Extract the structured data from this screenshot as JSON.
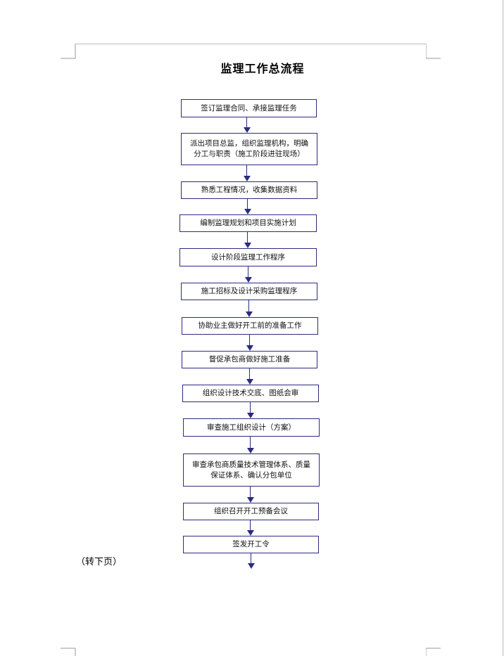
{
  "title": "监理工作总流程",
  "steps": [
    "签订监理合同、承接监理任务",
    "派出项目总监，组织监理机构，明确分工与职责（施工阶段进驻现场）",
    "熟悉工程情况，收集数据资料",
    "编制监理规划和项目实施计划",
    "设计阶段监理工作程序",
    "施工招标及设计采购监理程序",
    "协助业主做好开工前的准备工作",
    "督促承包商做好施工准备",
    "组织设计技术交底、图纸会审",
    "审查施工组织设计（方案）",
    "审查承包商质量技术管理体系、质量保证体系、确认分包单位",
    "组织召开开工预备会议",
    "签发开工令"
  ],
  "continued_note": "（转下页）",
  "colors": {
    "box_border": "#2b2b80",
    "arrow": "#2b2b80"
  }
}
